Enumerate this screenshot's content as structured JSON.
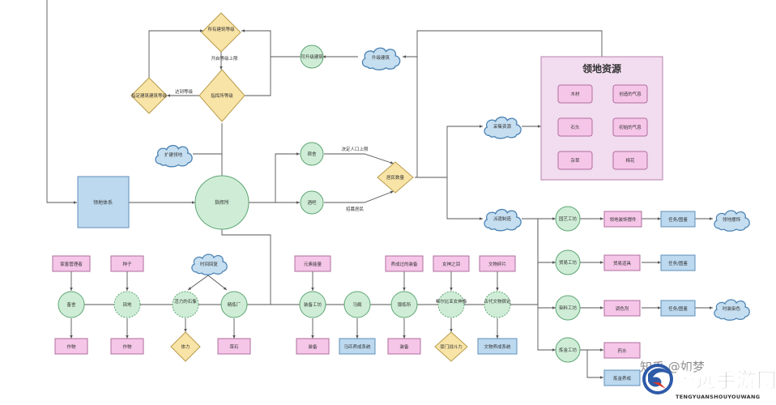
{
  "colors": {
    "blue_fill": "#bcd9ef",
    "blue_stroke": "#5f8fb8",
    "pink_fill": "#f5c6e8",
    "pink_stroke": "#b06d9e",
    "green_fill": "#cfedd6",
    "green_stroke": "#5ea574",
    "yellow_fill": "#f9e4a7",
    "yellow_stroke": "#b79b4b",
    "cloud_fill": "#c5def0",
    "cloud_stroke": "#4b82b3",
    "panel_fill": "#f2dcef",
    "panel_stroke": "#b77fae",
    "watermark_red": "#d9352b",
    "watermark_blue": "#2e5aa8"
  },
  "nodes": {
    "all_building_level": "所有建筑等级",
    "raise_level_cap": "开启等级上限",
    "designated_building_level": "指定建筑建筑等级",
    "reach_level": "达到等级",
    "command_level": "指挥所等级",
    "upgradable_building": "可升级建筑",
    "upgrade_building": "升级建筑",
    "expand_building": "扩建领地",
    "territory_system": "领地体系",
    "command_center": "指挥所",
    "dormitory": "宿舍",
    "tavern": "酒吧",
    "decide_population_cap": "决定人口上限",
    "recruit_residents": "招募居民",
    "resident_count": "居民数量",
    "collect_resources": "采集资源",
    "dispatch_manufacture": "派遣制造",
    "resources_title": "领地资源",
    "res_wood": "木材",
    "res_creation_air": "创造的气息",
    "res_stone": "石头",
    "res_primal_air": "初始的气息",
    "res_weed": "杂草",
    "res_cotton": "棉花",
    "home_manager": "家畜管理者",
    "livestock": "畜舍",
    "crops_a": "作物",
    "seeds": "种子",
    "farmland": "田地",
    "crops_b": "作物",
    "time_reply": "时间回复",
    "vitality_stone": "活力的石像",
    "stamina": "体力",
    "refinery": "精炼厂",
    "ore": "菜石",
    "element_crystal": "元素能量",
    "equip_workshop": "装备工坊",
    "equipment_a": "装备",
    "stable": "马厩",
    "horse_system": "马匹养成系统",
    "trained_equipment": "养成过的装备",
    "training_ground": "锻炼所",
    "equipment_b": "装备",
    "goddess_path": "女神之泪",
    "goddess_statue": "希尔比亚女神像",
    "fortune_fight": "豪门战斗力",
    "relic_fragment": "文物碎片",
    "relic_shrine": "古代文物宿论",
    "relic_system": "文物养成系统",
    "craft_workshop": "园艺工坊",
    "decor_parts": "领地装饰摆件",
    "task_atlas_1": "任务/图鉴",
    "territory_decor": "领地摆饰",
    "furniture_workshop": "贸易工坊",
    "furniture_tools": "贸易道具",
    "task_atlas_2": "任务/图鉴",
    "dye_workshop": "染料工坊",
    "dye": "调色剂",
    "task_atlas_3": "任务/图鉴",
    "fashion_dye": "时装染色",
    "alchemy_workshop": "炼金工坊",
    "potion": "药水",
    "alchemy_system": "炼金养成"
  },
  "watermark": {
    "zhihu": "知乎 @如梦",
    "brand_cn": "腾远手游网",
    "brand_en": "TENGYUANSHOUYOUWANG"
  }
}
